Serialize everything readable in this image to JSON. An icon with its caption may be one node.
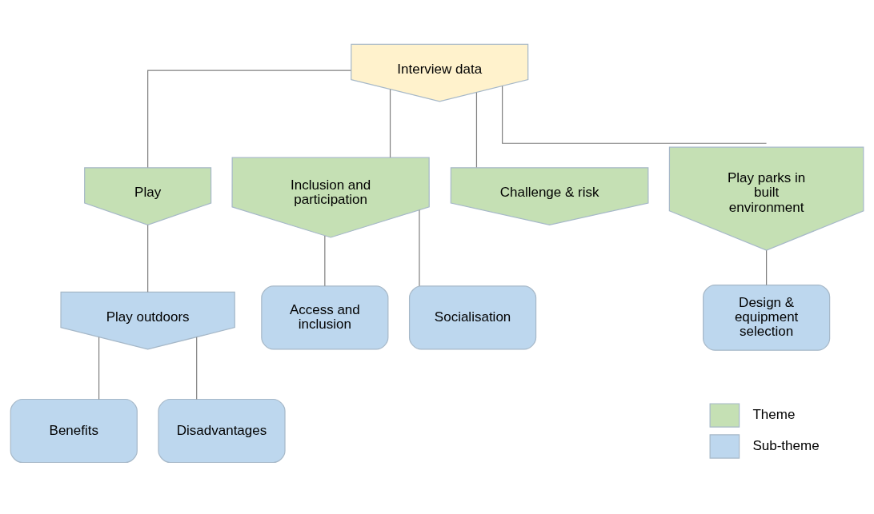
{
  "diagram": {
    "nodes": [
      {
        "text": [
          "Interview data"
        ]
      },
      {
        "text": [
          "Play"
        ]
      },
      {
        "text": [
          "Inclusion and participation"
        ]
      },
      {
        "text": [
          "Challenge & risk"
        ]
      },
      {
        "text": [
          "Play parks in built environment"
        ]
      },
      {
        "text": [
          "Play outdoors"
        ]
      },
      {
        "text": [
          "Access and inclusion"
        ]
      },
      {
        "text": [
          "Socialisation"
        ]
      },
      {
        "text": [
          "Design & equipment selection"
        ]
      },
      {
        "text": [
          "Benefits"
        ]
      },
      {
        "text": [
          "Disadvantages"
        ]
      }
    ],
    "edges": [
      {
        "from": 0,
        "to": 1,
        "arrow": "none"
      },
      {
        "from": 0,
        "to": 2,
        "arrow": "none"
      },
      {
        "from": 0,
        "to": 3,
        "arrow": "none"
      },
      {
        "from": 0,
        "to": 4,
        "arrow": "none"
      },
      {
        "from": 1,
        "to": 5,
        "arrow": "none"
      },
      {
        "from": 2,
        "to": 6,
        "arrow": "none"
      },
      {
        "from": 2,
        "to": 7,
        "arrow": "none"
      },
      {
        "from": 4,
        "to": 8,
        "arrow": "none"
      },
      {
        "from": 5,
        "to": 9,
        "arrow": "none"
      },
      {
        "from": 5,
        "to": 10,
        "arrow": "none"
      }
    ],
    "legend": [
      {
        "text": "Theme",
        "color": "#c5e0b4"
      },
      {
        "text": "Sub-theme",
        "color": "#bdd7ee"
      }
    ]
  }
}
